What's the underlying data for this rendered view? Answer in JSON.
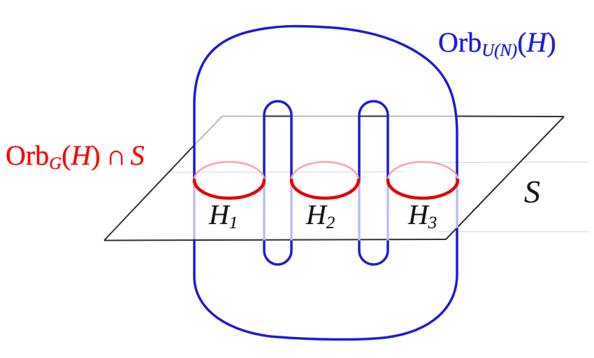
{
  "colors": {
    "blue": "#1b1bdc",
    "blue_faded": "#b9bdf2",
    "red": "#e60505",
    "red_faded": "#f6abab",
    "red_label": "#f60808",
    "plane_line": "#2f2f2f",
    "plane_hidden": "#b5b5b5",
    "faint": "#dedede"
  },
  "labels": {
    "blue_orbit": {
      "orb": "Orb",
      "subscript": "U(N)",
      "open": "(",
      "arg": "H",
      "close": ")"
    },
    "red_orbit": {
      "orb": "Orb",
      "subscript": "G",
      "open": "(",
      "arg": "H",
      "close": ")",
      "intersect": "∩",
      "set": "S"
    },
    "plane": "S",
    "intersections": [
      {
        "base": "H",
        "sub": "1"
      },
      {
        "base": "H",
        "sub": "2"
      },
      {
        "base": "H",
        "sub": "3"
      }
    ]
  }
}
